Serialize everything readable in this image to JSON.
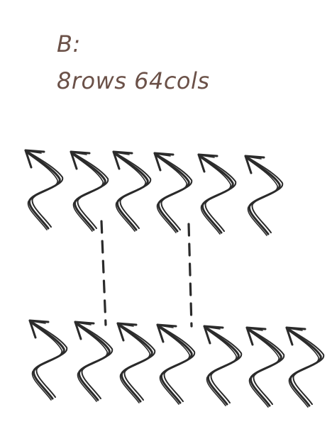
{
  "diagram": {
    "label_line1": "B:",
    "label_line2": "8rows 64cols",
    "text_color": "#6b5148",
    "stroke_color": "#2b2b2b",
    "rows": [
      {
        "name": "top-row",
        "arrow_count": 6
      },
      {
        "name": "bottom-row",
        "arrow_count": 7
      }
    ],
    "connectors": 2
  }
}
